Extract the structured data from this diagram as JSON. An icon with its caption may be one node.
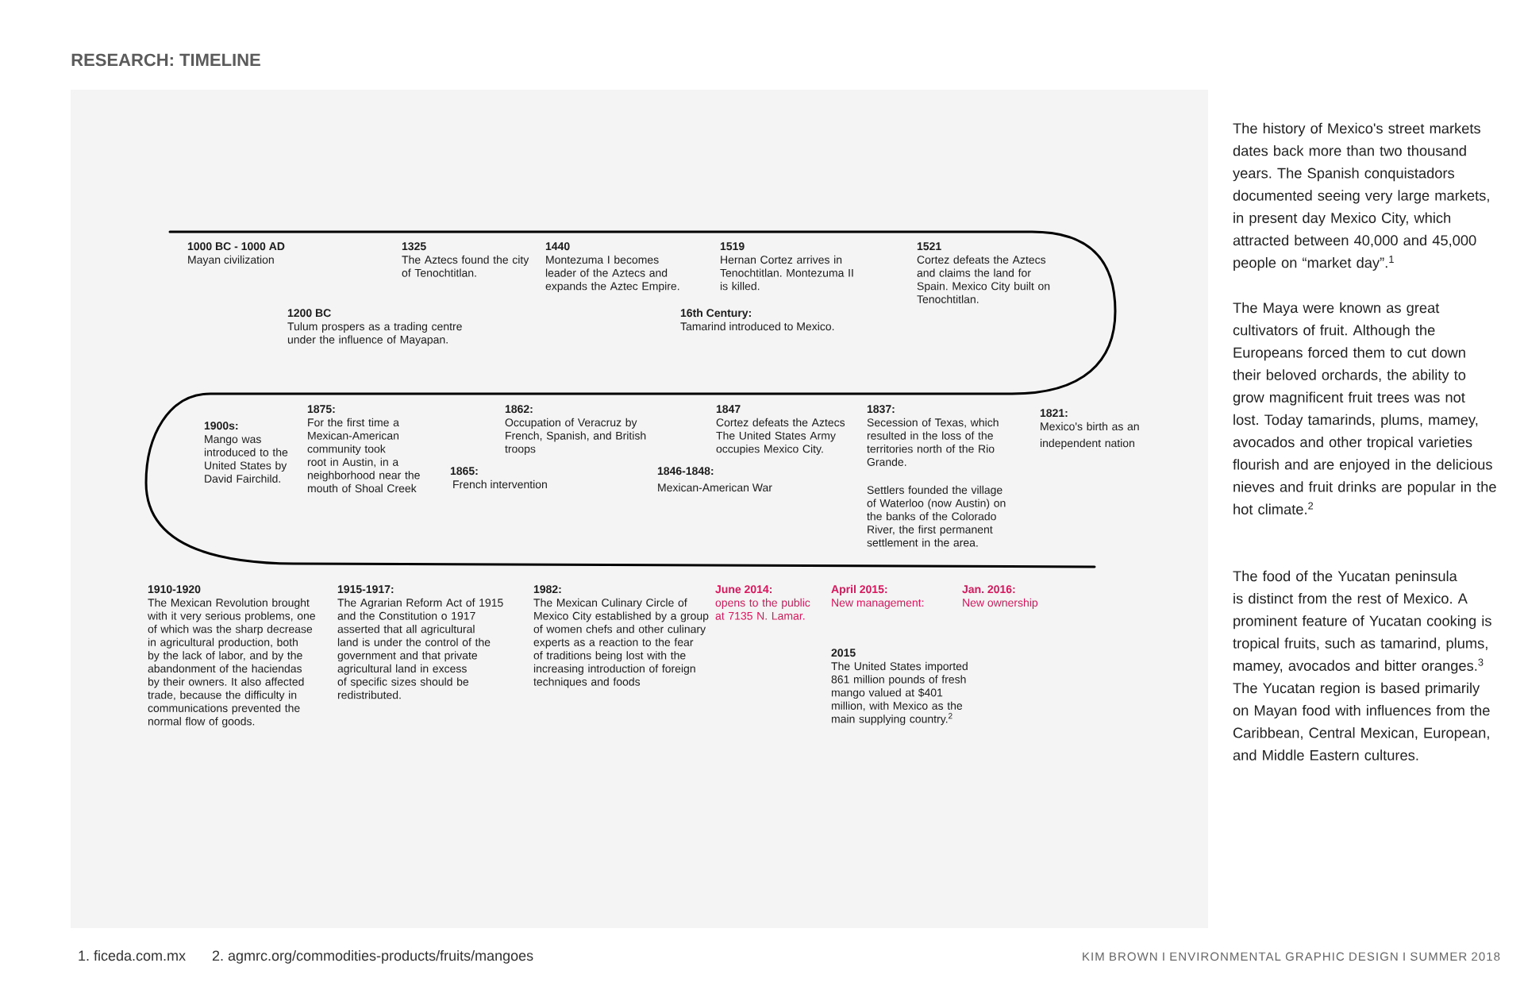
{
  "diagram": {
    "title": "RESEARCH: TIMELINE",
    "labels": [
      "1000 BC - 1000 AD",
      "Mayan civilization",
      "1325",
      "The Aztecs found the city of Tenochtitlan.",
      "1440",
      "Montezuma I becomes leader of the Aztecs and expands the Aztec Empire.",
      "1519",
      "Hernan Cortez arrives in Tenochtitlan. Montezuma II is killed.",
      "1521",
      "Cortez defeats the Aztecs and claims the land for Spain. Mexico City built on Tenochtitlan.",
      "1200 BC",
      "Tulum prospers as a trading centre under the influence of Mayapan.",
      "16th Century:",
      "Tamarind introduced to Mexico.",
      "1900s:",
      "Mango was introduced to the United States by David Fairchild.",
      "1875:",
      "For the first time a Mexican-American community took root in Austin, in a neighborhood near the mouth of Shoal Creek",
      "1862:",
      "Occupation of Veracruz by French, Spanish, and British troops",
      "1865:",
      "French intervention",
      "1847",
      "Cortez defeats the Aztecs The United States Army occupies Mexico City.",
      "1846-1848:",
      "Mexican-American War",
      "1837:",
      "Secession of Texas, which resulted in the loss of the territories north of the Rio Grande.",
      "Settlers founded the village of Waterloo (now Austin) on the banks of the Colorado River, the first permanent settlement in the area.",
      "1821:",
      "Mexico's birth as an independent nation",
      "1910-1920",
      "The Mexican Revolution brought with it very serious problems, one of which was the sharp decrease in agricultural production, both by the lack of labor, and by the abandonment of the haciendas by their owners. It also affected trade, because the difficulty in communications prevented the normal flow of goods.",
      "1915-1917:",
      "The Agrarian Reform Act of 1915 and the Constitution o 1917 asserted that all agricultural land is under the control of the government and that private agricultural land in excess of specific sizes should be redistributed.",
      "1982:",
      "The Mexican Culinary Circle of Mexico City established by a group of women chefs and other culinary experts as a reaction to the fear of traditions being lost with the increasing introduction of foreign techniques and foods",
      "June 2014:",
      "opens to the public at 7135 N. Lamar.",
      "April 2015:",
      "New management:",
      "Jan. 2016:",
      "New ownership",
      "2015",
      "The United States imported 861 million pounds of fresh mango valued at $401 million, with Mexico as the main supplying country.$^{2}$",
      "The history of Mexico's street markets dates back more than two thousand years. The Spanish conquistadors documented seeing very large markets, in present day Mexico City, which attracted between 40,000 and 45,000 people on “market day”.$^{1}$",
      "The Maya were known as great cultivators of fruit. Although the Europeans forced them to cut down their beloved orchards, the ability to grow magnificent fruit trees was not lost. Today tamarinds, plums, mamey, avocados and other tropical varieties flourish and are enjoyed in the delicious nieves and fruit drinks are popular in the hot climate.$^{2}$",
      "The food of the Yucatan peninsula is distinct from the rest of Mexico. A prominent feature of Yucatan cooking is tropical fruits, such as tamarind, plums, mamey, avocados and bitter oranges.$^{3}$",
      "The Yucatan region is based primarily on Mayan food with influences from the Caribbean, Central Mexican, European, and Middle Eastern cultures.",
      "1. ficeda.com.mx",
      "2. agmrc.org/commodities-products/fruits/mangoes",
      "KIM BROWN I ENVIRONMENTAL GRAPHIC DESIGN I SUMMER 2018"
    ]
  }
}
